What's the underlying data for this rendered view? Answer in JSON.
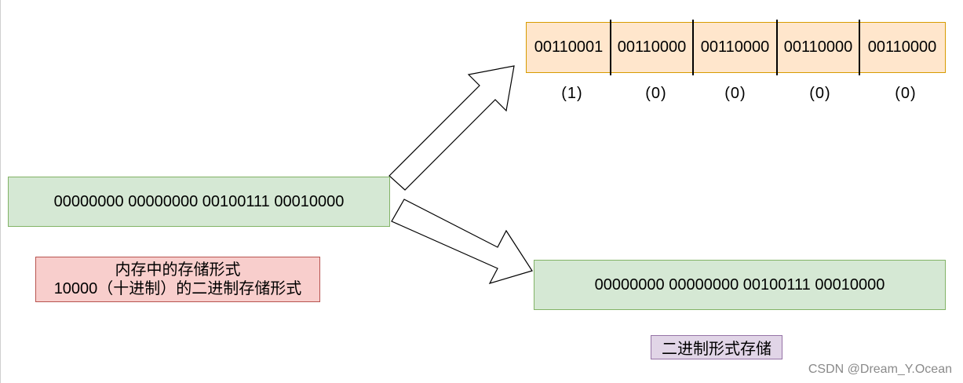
{
  "source_box": {
    "text": "00000000 00000000 00100111 00010000"
  },
  "memory_label": {
    "line1": "内存中的存储形式",
    "line2": "10000（十进制）的二进制存储形式"
  },
  "char_storage": {
    "cells": [
      "00110001",
      "00110000",
      "00110000",
      "00110000",
      "00110000"
    ],
    "labels": [
      "(1)",
      "(0)",
      "(0)",
      "(0)",
      "(0)"
    ]
  },
  "binary_box": {
    "text": "00000000 00000000 00100111 00010000"
  },
  "binary_label": {
    "text": "二进制形式存储"
  },
  "watermark": {
    "text": "CSDN @Dream_Y.Ocean"
  }
}
